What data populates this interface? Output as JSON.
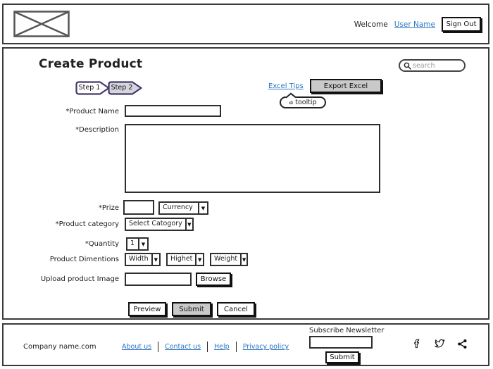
{
  "header": {
    "welcome_text": "Welcome",
    "user_name_link": "User Name",
    "sign_out_button": "Sign Out"
  },
  "main": {
    "title": "Create Product",
    "search": {
      "placeholder": "search",
      "icon": "magnifier-icon"
    },
    "steps": [
      {
        "label": "Step 1",
        "active": false
      },
      {
        "label": "Step 2",
        "active": true
      }
    ],
    "excel_tips_link": "Excel Tips",
    "export_excel_button": "Export Excel",
    "tooltip_text": "a tooltip",
    "form": {
      "product_name_label": "*Product Name",
      "description_label": "*Description",
      "prize_label": "*Prize",
      "currency_dropdown": "Currency",
      "product_category_label": "*Product category",
      "category_dropdown": "Select Catogory",
      "quantity_label": "*Quantity",
      "quantity_dropdown": "1",
      "dimensions_label": "Product Dimentions",
      "dimension_dropdowns": [
        "Width",
        "Highet",
        "Weight"
      ],
      "upload_label": "Upload product Image",
      "browse_button": "Browse"
    },
    "actions": {
      "preview_button": "Preview",
      "submit_button": "Submit",
      "cancel_button": "Cancel"
    }
  },
  "footer": {
    "company": "Company name.com",
    "links": [
      "About us",
      "Contact us",
      "Help",
      "Privacy policy"
    ],
    "newsletter": {
      "label": "Subscribe Newsletter",
      "submit_button": "Submit"
    },
    "social_icons": [
      "facebook-icon",
      "twitter-icon",
      "share-icon"
    ]
  },
  "colors": {
    "link_blue": "#2b74c4",
    "step_border": "#44386b",
    "step_active_fill": "#d6d4dc",
    "button_gray": "#c9c9c9",
    "frame_border": "#3a3a3a"
  }
}
